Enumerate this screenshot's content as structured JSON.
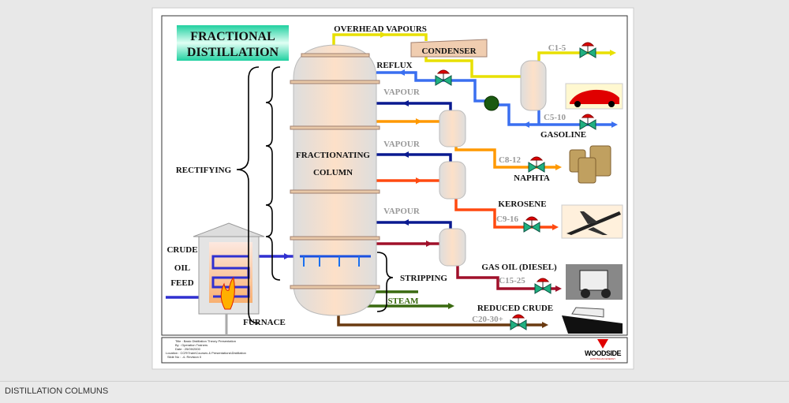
{
  "slide": {
    "title_line1": "FRACTIONAL",
    "title_line2": "DISTILLATION",
    "labels": {
      "overhead": "OVERHEAD VAPOURS",
      "condenser": "CONDENSER",
      "reflux": "REFLUX",
      "vapour": "VAPOUR",
      "column1": "FRACTIONATING",
      "column2": "COLUMN",
      "rectifying": "RECTIFYING",
      "stripping": "STRIPPING",
      "steam": "STEAM",
      "crude": "CRUDE",
      "oil": "OIL",
      "feed": "FEED",
      "furnace": "FURNACE"
    },
    "products": [
      {
        "name": "",
        "range": "C1-5"
      },
      {
        "name": "GASOLINE",
        "range": "C5-10"
      },
      {
        "name": "NAPHTA",
        "range": "C8-12"
      },
      {
        "name": "KEROSENE",
        "range": "C9-16"
      },
      {
        "name": "GAS OIL (DIESEL)",
        "range": "C15-25"
      },
      {
        "name": "REDUCED CRUDE",
        "range": "C20-30+"
      }
    ],
    "footer": {
      "title": "Title : Basic Distillation Theory Presentation",
      "by": "By : Operation Trainers",
      "date": "Date : 25/09/2000",
      "location": "Location : CCR\\Train\\Courses & Presentations\\Distillation",
      "slide_no": "Slide No : -4-  Revision 0",
      "logo": "WOODSIDE",
      "logo_sub": "AUSTRALIAN ENERGY"
    },
    "colors": {
      "overhead": "#e8e000",
      "reflux": "#3a6ff0",
      "naphta": "#ff9900",
      "kerosene": "#ff4a10",
      "diesel": "#a0102a",
      "steam": "#3a6a10",
      "crude": "#6a3a10",
      "vapour": "#0a1a90",
      "feed": "#3030d0"
    }
  },
  "status_bar": {
    "text": "DISTILLATION COLMUNS"
  }
}
